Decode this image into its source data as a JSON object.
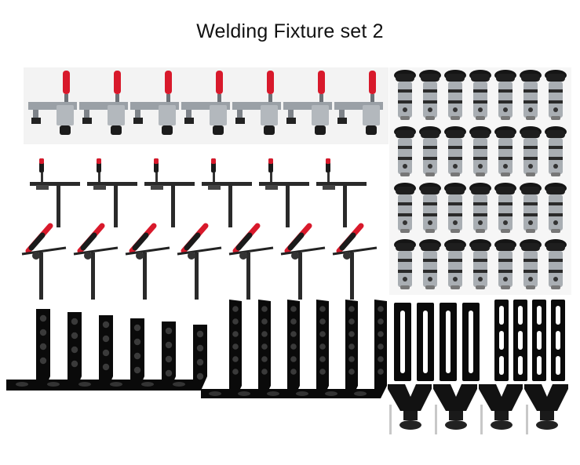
{
  "title": "Welding Fixture set 2",
  "colors": {
    "handle_red": "#d8192b",
    "steel": "#9aa0a6",
    "dark": "#1b1b1b",
    "black": "#0a0a0a",
    "bg": "#ffffff"
  },
  "groups": [
    {
      "name": "toggle-clamps",
      "count": 7
    },
    {
      "name": "t-clamps",
      "count": 6
    },
    {
      "name": "angled-clamps",
      "count": 7
    },
    {
      "name": "short-angle-brackets",
      "count": 6
    },
    {
      "name": "tall-angle-brackets",
      "count": 6
    },
    {
      "name": "locking-bolts",
      "count": 28
    },
    {
      "name": "slotted-bars",
      "count": 8
    },
    {
      "name": "v-blocks",
      "count": 4
    }
  ]
}
